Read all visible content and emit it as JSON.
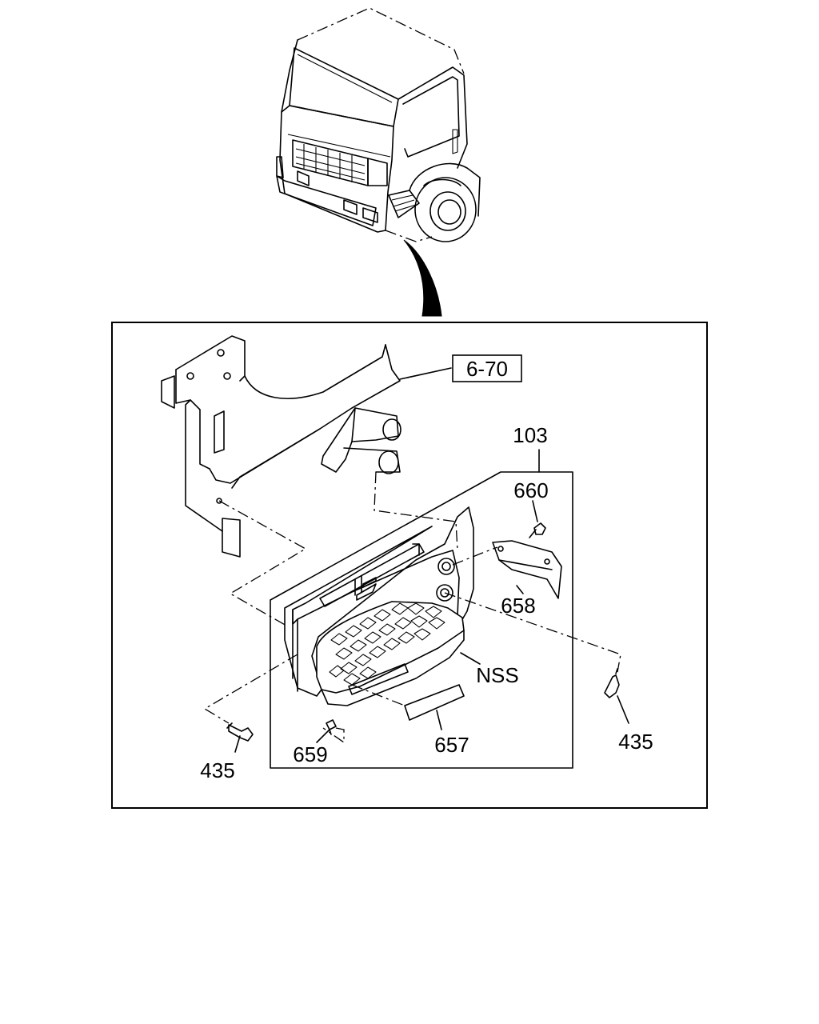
{
  "labels": {
    "ref_6_70": "6-70",
    "assy_103": "103",
    "part_660": "660",
    "part_658": "658",
    "part_nss": "NSS",
    "part_435_left": "435",
    "part_435_right": "435",
    "part_659": "659",
    "part_657": "657"
  }
}
